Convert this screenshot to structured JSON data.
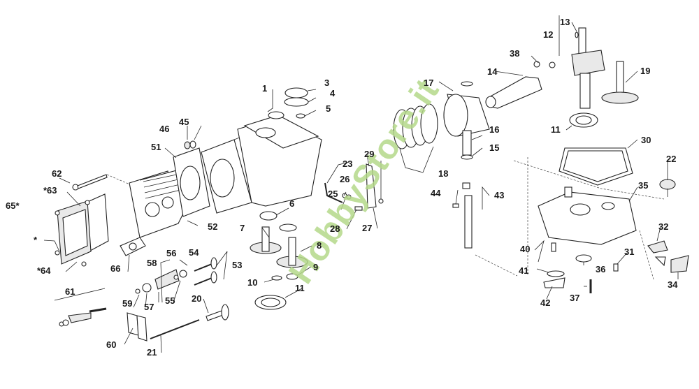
{
  "diagram": {
    "type": "exploded-parts-view",
    "subject": "engine block / cylinder head / crankshaft / crankcase cover",
    "watermark": "HobbyStore.it",
    "watermark_color": "#b5d98a",
    "labels": {
      "l1": "1",
      "l3": "3",
      "l4": "4",
      "l5": "5",
      "l6": "6",
      "l7": "7",
      "l8": "8",
      "l9": "9",
      "l10": "10",
      "l11a": "11",
      "l11b": "11",
      "l12": "12",
      "l13": "13",
      "l14": "14",
      "l15": "15",
      "l16": "16",
      "l17": "17",
      "l18": "18",
      "l19": "19",
      "l20": "20",
      "l21": "21",
      "l22": "22",
      "l23": "23",
      "l25": "25",
      "l26": "26",
      "l27": "27",
      "l28": "28",
      "l29": "29",
      "l30": "30",
      "l31": "31",
      "l32": "32",
      "l34": "34",
      "l35": "35",
      "l36": "36",
      "l37": "37",
      "l38": "38",
      "l40": "40",
      "l41": "41",
      "l42": "42",
      "l43": "43",
      "l44": "44",
      "l45": "45",
      "l46": "46",
      "l51": "51",
      "l52": "52",
      "l53": "53",
      "l54": "54",
      "l55": "55",
      "l56": "56",
      "l57": "57",
      "l58": "58",
      "l59": "59",
      "l60": "60",
      "l61": "61",
      "l62": "62",
      "l63": "*63",
      "l64": "*64",
      "l65": "65*",
      "lstar": "*",
      "l66": "66"
    }
  }
}
